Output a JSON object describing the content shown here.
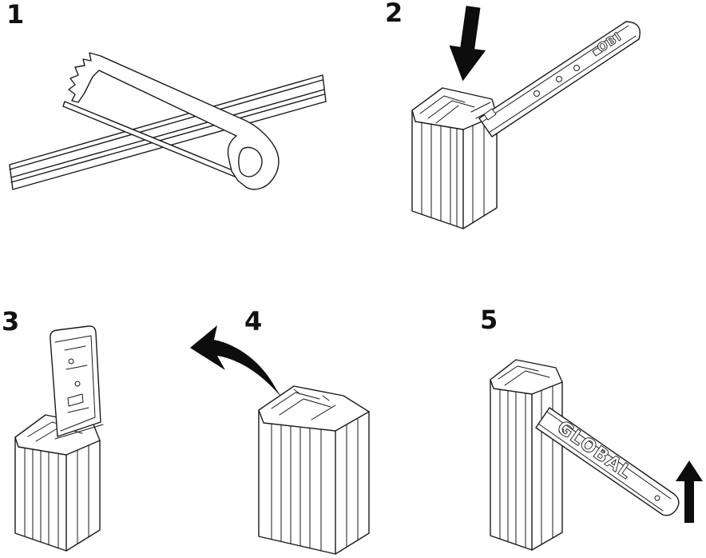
{
  "document": {
    "type": "assembly-instruction-sheet",
    "background": "#ffffff",
    "line_color": "#1a1a1a",
    "arrow_color": "#0d0d0d"
  },
  "steps": [
    {
      "number": "1",
      "illustration": "hacksaw-cutting-rail"
    },
    {
      "number": "2",
      "illustration": "insert-strip-into-profile-downward",
      "strip_text": "OBI",
      "arrow": "down"
    },
    {
      "number": "3",
      "illustration": "strip-seated-in-profile"
    },
    {
      "number": "4",
      "illustration": "swing-open-profile",
      "arrow": "curved-up-left"
    },
    {
      "number": "5",
      "illustration": "slide-strip-out-upward",
      "strip_text": "GLOBAL",
      "arrow": "up"
    }
  ]
}
